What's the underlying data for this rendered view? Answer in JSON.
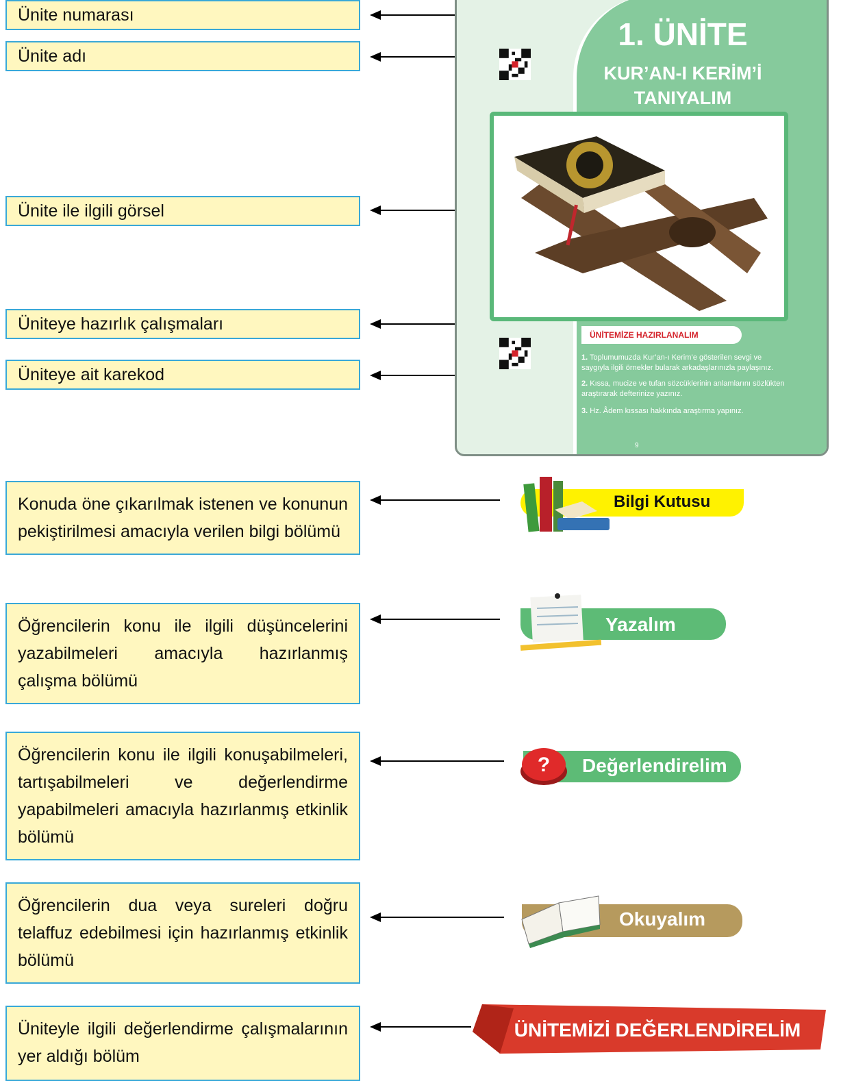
{
  "labels": {
    "unit_number": "Ünite numarası",
    "unit_name": "Ünite adı",
    "unit_visual": "Ünite ile ilgili görsel",
    "unit_prep": "Üniteye hazırlık çalışmaları",
    "unit_qr": "Üniteye ait karekod",
    "info_box": "Konuda öne çıkarılmak istenen ve konunun pekiştirilmesi amacıyla verilen bilgi bölümü",
    "writing": "Öğrencilerin konu ile ilgili düşüncelerini yazabilmeleri amacıyla hazırlanmış çalışma bölümü",
    "evaluate": "Öğrencilerin konu ile ilgili konuşabilmeleri, tartışabilmeleri ve değerlendirme yapabilmeleri amacıyla hazırlanmış etkinlik bölümü",
    "reading": "Öğrencilerin dua veya sureleri doğru telaffuz edebilmesi için hazırlanmış etkinlik bölümü",
    "unit_eval": "Üniteyle ilgili değerlendirme çalışmalarının yer aldığı bölüm"
  },
  "page": {
    "unit_number": "1. ÜNİTE",
    "unit_title_line1": "KUR’AN-I KERİM’İ",
    "unit_title_line2": "TANIYALIM",
    "prep_title": "ÜNİTEMİZE HAZIRLANALIM",
    "prep_items": [
      {
        "num": "1.",
        "text": "Toplumumuzda Kur’an-ı Kerim’e gösterilen sevgi ve saygıyla ilgili örnekler bularak arkadaşlarınızla paylaşınız."
      },
      {
        "num": "2.",
        "text": "Kıssa, mucize ve tufan sözcüklerinin anlamlarını sözlükten araştırarak defterinize yazınız."
      },
      {
        "num": "3.",
        "text": "Hz. Âdem kıssası hakkında araştırma yapınız."
      }
    ],
    "page_number": "9"
  },
  "badges": {
    "info_box": "Bilgi Kutusu",
    "writing": "Yazalım",
    "evaluate": "Değerlendirelim",
    "reading": "Okuyalım",
    "unit_eval": "ÜNİTEMİZİ DEĞERLENDİRELİM"
  },
  "colors": {
    "label_fill": "#fff7bf",
    "label_border": "#39a8d8",
    "page_green": "#86ca9c",
    "info_yellow": "#fff200",
    "writing_green": "#5dbb76",
    "evaluate_green": "#5dbb76",
    "reading_gold": "#b69a5e",
    "unit_eval_red": "#d93a2b"
  }
}
